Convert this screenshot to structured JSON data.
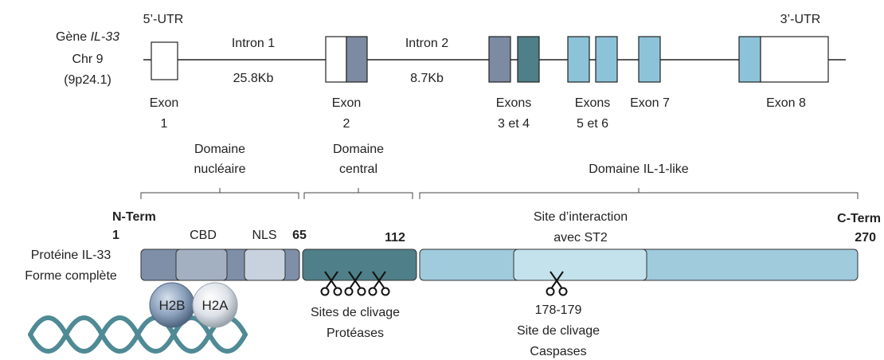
{
  "gene": {
    "label_line1_prefix": "Gène ",
    "label_line1_gene": "IL-33",
    "label_line2": "Chr 9",
    "label_line3": "(9p24.1)",
    "utr5": "5’-UTR",
    "utr3": "3’-UTR",
    "intron1_name": "Intron 1",
    "intron1_size": "25.8Kb",
    "intron2_name": "Intron 2",
    "intron2_size": "8.7Kb",
    "exon1_l1": "Exon",
    "exon1_l2": "1",
    "exon2_l1": "Exon",
    "exon2_l2": "2",
    "exons34_l1": "Exons",
    "exons34_l2": "3 et 4",
    "exons56_l1": "Exons",
    "exons56_l2": "5 et 6",
    "exon7": "Exon 7",
    "exon8": "Exon 8"
  },
  "domains": {
    "nuclear_l1": "Domaine",
    "nuclear_l2": "nucléaire",
    "central_l1": "Domaine",
    "central_l2": "central",
    "il1like": "Domaine IL-1-like"
  },
  "protein": {
    "label_l1": "Protéine IL-33",
    "label_l2": "Forme complète",
    "nterm": "N-Term",
    "cterm": "C-Term",
    "pos1": "1",
    "pos65": "65",
    "pos112": "112",
    "pos270": "270",
    "cbd": "CBD",
    "nls": "NLS",
    "st2_l1": "Site d’interaction",
    "st2_l2": "avec ST2",
    "h2b": "H2B",
    "h2a": "H2A",
    "protease_l1": "Sites de clivage",
    "protease_l2": "Protéases",
    "caspase_l1": "178-179",
    "caspase_l2": "Site de clivage",
    "caspase_l3": "Caspases"
  },
  "colors": {
    "nuclear": "#7f8fa8",
    "nuclear_sub": "#a3b0c2",
    "nls": "#c8d2de",
    "central": "#4f7f88",
    "il1": "#9fcbdc",
    "il1_sub": "#c4e2ec",
    "exon_grey": "#7c8aa2",
    "exon_teal": "#4f7f88",
    "exon_light": "#8cc3d8",
    "dna": "#4f8a95"
  }
}
